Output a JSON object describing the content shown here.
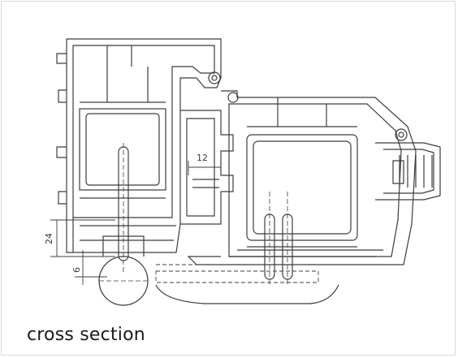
{
  "caption": "cross section",
  "dimensions": {
    "width_label": "12",
    "height_label": "24",
    "small_label": "6"
  },
  "icons": {
    "drawing": "technical-cross-section-drawing"
  },
  "colors": {
    "line": "#3c3c3c",
    "border": "#d9d9d9",
    "background": "#ffffff",
    "text": "#1a1a1a"
  }
}
